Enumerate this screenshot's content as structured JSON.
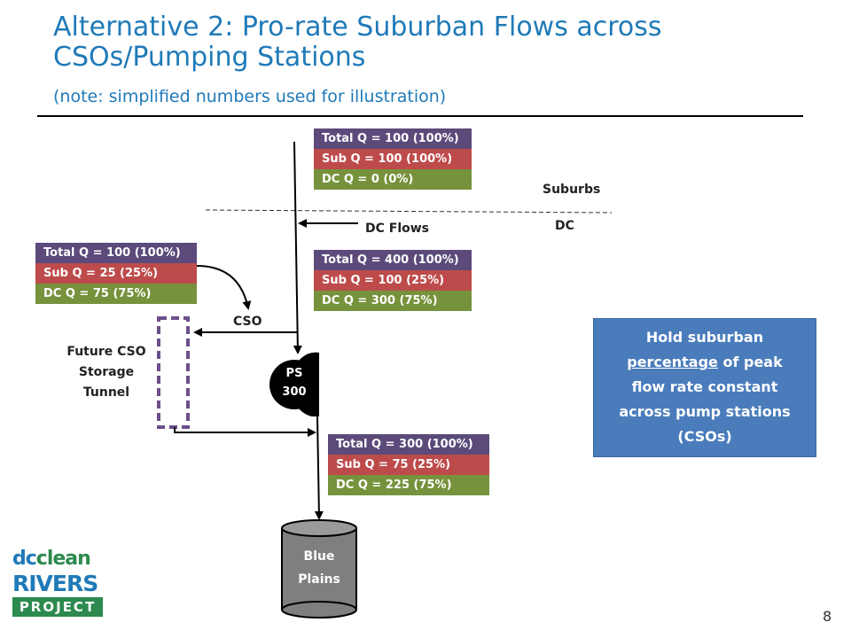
{
  "title": "Alternative 2: Pro-rate Suburban Flows across CSOs/Pumping Stations",
  "subtitle": "(note: simplified numbers used for illustration)",
  "boxes": {
    "suburbs_inflow": {
      "total": "Total Q = 100 (100%)",
      "sub": "Sub Q = 100 (100%)",
      "dc": "DC Q = 0 (0%)"
    },
    "dc_inflow": {
      "total": "Total Q = 400 (100%)",
      "sub": "Sub Q = 100 (25%)",
      "dc": "DC Q = 300 (75%)"
    },
    "cso": {
      "total": "Total Q = 100 (100%)",
      "sub": "Sub Q = 25 (25%)",
      "dc": "DC Q = 75 (75%)"
    },
    "outflow": {
      "total": "Total Q = 300 (100%)",
      "sub": "Sub Q = 75 (25%)",
      "dc": "DC Q = 225 (75%)"
    }
  },
  "labels": {
    "suburbs": "Suburbs",
    "dc": "DC",
    "dc_flows": "DC Flows",
    "cso": "CSO",
    "tunnel_line1": "Future CSO",
    "tunnel_line2": "Storage",
    "tunnel_line3": "Tunnel",
    "ps_line1": "PS",
    "ps_line2": "300",
    "blue_plains_line1": "Blue",
    "blue_plains_line2": "Plains"
  },
  "callout": {
    "line1": "Hold suburban",
    "underlined": "percentage",
    "line2_rest": " of  peak",
    "line3": "flow rate constant",
    "line4": "across pump stations",
    "line5": "(CSOs)"
  },
  "logo": {
    "dc": "dc",
    "clean": "clean",
    "rivers": "RIVERS",
    "project": "PROJECT"
  },
  "page_number": "8",
  "colors": {
    "title": "#1f7ab8",
    "total_row": "#5b4a7a",
    "sub_row": "#be4b4b",
    "dc_row": "#76923c",
    "callout": "#4a7cbb",
    "tunnel_border": "#6b4f8a"
  }
}
